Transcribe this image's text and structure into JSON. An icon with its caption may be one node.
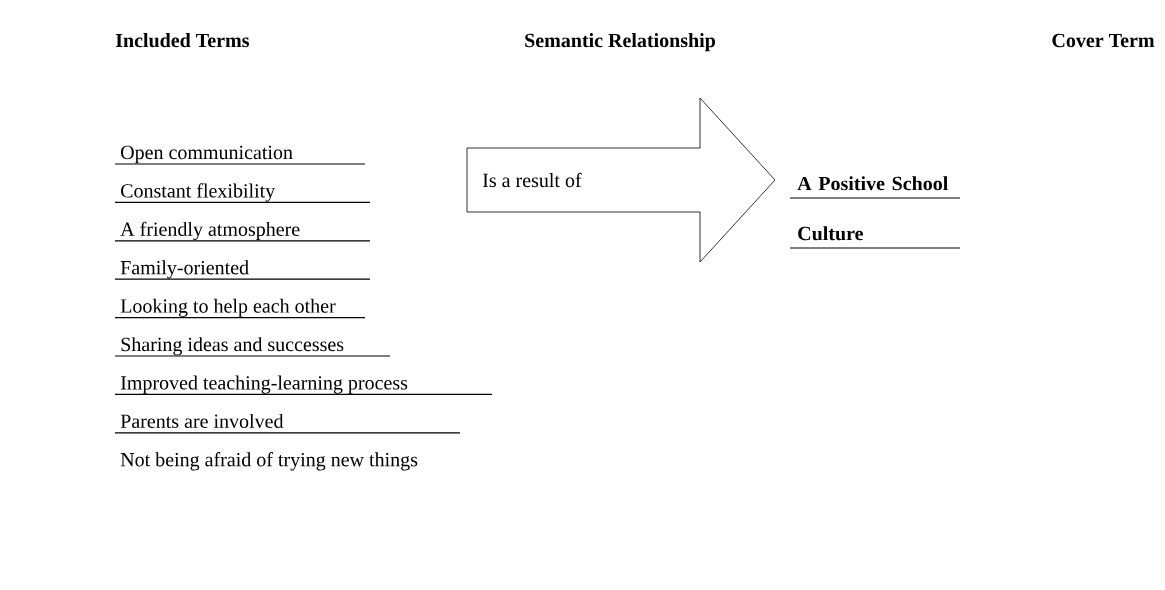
{
  "diagram": {
    "nodes": [
      {
        "text": [
          "Is a result of"
        ]
      }
    ],
    "labels": [
      "Included Terms",
      "Semantic Relationship",
      "Cover Term",
      "Open communication",
      "Constant flexibility",
      "A friendly atmosphere",
      "Family-oriented",
      "Looking to help each other",
      "Sharing ideas and successes",
      "Improved teaching-learning process",
      "Parents are involved",
      "Not being afraid of trying new things",
      "A Positive School Culture"
    ]
  }
}
